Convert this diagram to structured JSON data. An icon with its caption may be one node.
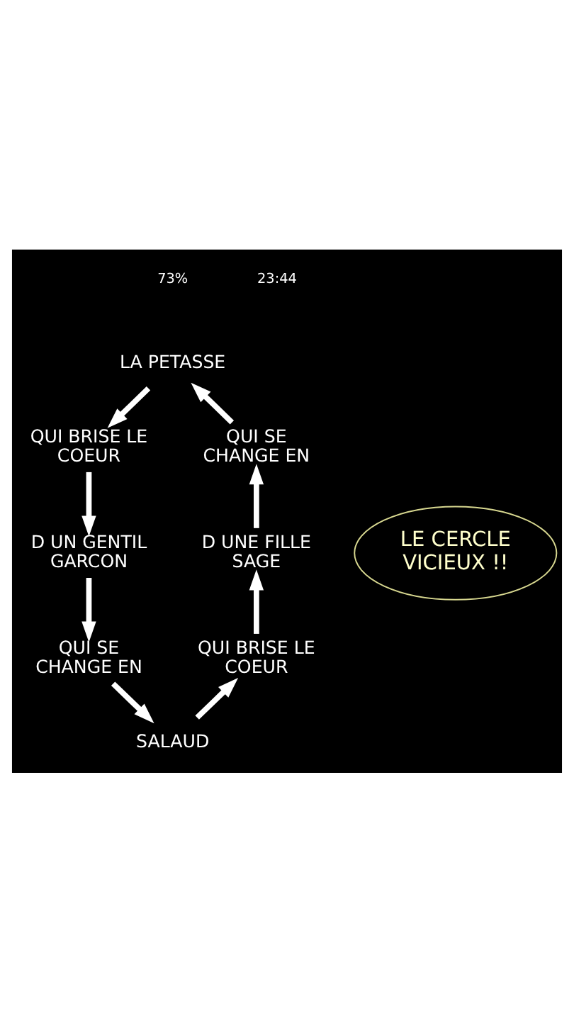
{
  "diagram": {
    "nodes": [
      {
        "text": [
          "LA PETASSE"
        ]
      },
      {
        "text": [
          "QUI BRISE LE COEUR"
        ]
      },
      {
        "text": [
          "D UN GENTIL GARCON"
        ]
      },
      {
        "text": [
          "QUI SE CHANGE EN"
        ]
      },
      {
        "text": [
          "SALAUD"
        ]
      },
      {
        "text": [
          "QUI BRISE LE COEUR"
        ]
      },
      {
        "text": [
          "D UNE FILLE SAGE"
        ]
      },
      {
        "text": [
          "QUI SE CHANGE EN"
        ]
      },
      {
        "text": [
          "LE CERCLE VICIEUX !!"
        ]
      }
    ],
    "edges": [
      {
        "from": 0,
        "to": 1,
        "arrow": "to"
      },
      {
        "from": 1,
        "to": 2,
        "arrow": "to"
      },
      {
        "from": 2,
        "to": 3,
        "arrow": "to"
      },
      {
        "from": 3,
        "to": 4,
        "arrow": "to"
      },
      {
        "from": 4,
        "to": 5,
        "arrow": "to"
      },
      {
        "from": 5,
        "to": 6,
        "arrow": "to"
      },
      {
        "from": 6,
        "to": 7,
        "arrow": "to"
      },
      {
        "from": 7,
        "to": 0,
        "arrow": "to"
      }
    ],
    "labels": [
      "73%",
      "23:44"
    ]
  }
}
